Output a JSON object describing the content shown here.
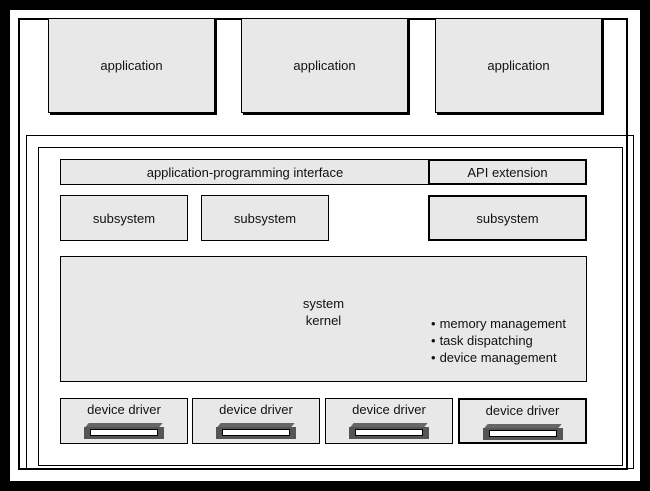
{
  "applications": [
    "application",
    "application",
    "application"
  ],
  "api": {
    "label": "application-programming interface",
    "extension": "API extension"
  },
  "subsystems": [
    "subsystem",
    "subsystem",
    "subsystem"
  ],
  "kernel": {
    "line1": "system",
    "line2": "kernel",
    "features": [
      "memory management",
      "task dispatching",
      "device management"
    ]
  },
  "drivers": [
    "device driver",
    "device driver",
    "device driver",
    "device driver"
  ]
}
